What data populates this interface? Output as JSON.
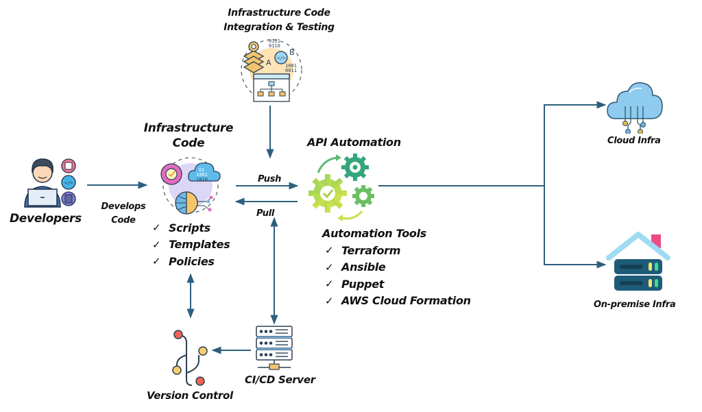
{
  "diagram": {
    "type": "infrastructure-as-code-workflow",
    "nodes": {
      "developers": {
        "label": "Developers",
        "icon": "developer-laptop-icon"
      },
      "develops_code": {
        "label_line1": "Develops",
        "label_line2": "Code"
      },
      "infra_code": {
        "title_line1": "Infrastructure",
        "title_line2": "Code",
        "icon": "infrastructure-code-icon",
        "items": [
          "Scripts",
          "Templates",
          "Policies"
        ]
      },
      "integration_testing": {
        "title_line1": "Infrastructure Code",
        "title_line2": "Integration & Testing",
        "icon": "integration-testing-icon",
        "icon_text_a": "0111",
        "icon_text_b": "0110",
        "icon_text_c": "1001",
        "icon_text_d": "0011",
        "icon_letter_a": "A",
        "icon_letter_b": "B"
      },
      "api_automation": {
        "title": "API Automation",
        "icon": "gears-automation-icon",
        "tools_title": "Automation Tools",
        "tools": [
          "Terraform",
          "Ansible",
          "Puppet",
          "AWS Cloud Formation"
        ]
      },
      "cloud_infra": {
        "label": "Cloud Infra",
        "icon": "cloud-icon"
      },
      "onprem_infra": {
        "label": "On-premise Infra",
        "icon": "house-server-icon"
      },
      "version_control": {
        "label": "Version Control",
        "icon": "git-branch-icon"
      },
      "cicd_server": {
        "label": "CI/CD Server",
        "icon": "server-rack-icon"
      }
    },
    "edges": {
      "push": "Push",
      "pull": "Pull"
    },
    "check_glyph": "✓",
    "colors": {
      "arrow": "#2e5f7d",
      "gear_dark": "#2ea37a",
      "gear_light": "#c9e04a",
      "cloud": "#8fcbef",
      "server_dark": "#1d5c78",
      "roof": "#9fdcf2",
      "chimney": "#ea4c86",
      "node_red": "#ef6355",
      "node_yellow": "#f7cf6a"
    }
  }
}
